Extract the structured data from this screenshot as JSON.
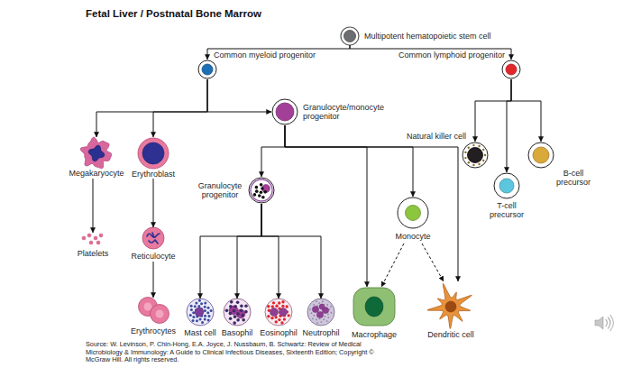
{
  "diagram": {
    "title": "Fetal Liver / Postnatal Bone Marrow",
    "caption": "Source: W. Levinson, P. Chin-Hong, E.A. Joyce, J. Nussbaum, B. Schwartz: Review of Medical Microbiology & Immunology: A Guide to Clinical Infectious Diseases, Sixteenth Edition; Copyright © McGraw Hill. All rights reserved.",
    "nodes": [
      {
        "text": [
          "Multipotent hematopoietic stem cell"
        ]
      },
      {
        "text": [
          "Common myeloid progenitor"
        ]
      },
      {
        "text": [
          "Common lymphoid progenitor"
        ]
      },
      {
        "text": [
          "Granulocyte/monocyte progenitor"
        ]
      },
      {
        "text": [
          "Natural killer cell"
        ]
      },
      {
        "text": [
          "B-cell precursor"
        ]
      },
      {
        "text": [
          "Megakaryocyte"
        ]
      },
      {
        "text": [
          "Erythroblast"
        ]
      },
      {
        "text": [
          "T-cell precursor"
        ]
      },
      {
        "text": [
          "Granulocyte progenitor"
        ]
      },
      {
        "text": [
          "Monocyte"
        ]
      },
      {
        "text": [
          "Platelets"
        ]
      },
      {
        "text": [
          "Reticulocyte"
        ]
      },
      {
        "text": [
          "Erythrocytes"
        ]
      },
      {
        "text": [
          "Mast cell"
        ]
      },
      {
        "text": [
          "Basophil"
        ]
      },
      {
        "text": [
          "Eosinophil"
        ]
      },
      {
        "text": [
          "Neutrophil"
        ]
      },
      {
        "text": [
          "Macrophage"
        ]
      },
      {
        "text": [
          "Dendritic cell"
        ]
      }
    ],
    "edges": [
      {
        "from": 0,
        "to": 1,
        "arrow": "to"
      },
      {
        "from": 0,
        "to": 2,
        "arrow": "to"
      },
      {
        "from": 1,
        "to": 6,
        "arrow": "to"
      },
      {
        "from": 1,
        "to": 7,
        "arrow": "to"
      },
      {
        "from": 1,
        "to": 3,
        "arrow": "to"
      },
      {
        "from": 6,
        "to": 11,
        "arrow": "to"
      },
      {
        "from": 7,
        "to": 12,
        "arrow": "to"
      },
      {
        "from": 12,
        "to": 13,
        "arrow": "to"
      },
      {
        "from": 2,
        "to": 4,
        "arrow": "to"
      },
      {
        "from": 2,
        "to": 8,
        "arrow": "to"
      },
      {
        "from": 2,
        "to": 5,
        "arrow": "to"
      },
      {
        "from": 3,
        "to": 9,
        "arrow": "to"
      },
      {
        "from": 3,
        "to": 18,
        "arrow": "to"
      },
      {
        "from": 3,
        "to": 10,
        "arrow": "to"
      },
      {
        "from": 3,
        "to": 19,
        "arrow": "to"
      },
      {
        "from": 9,
        "to": 14,
        "arrow": "to"
      },
      {
        "from": 9,
        "to": 15,
        "arrow": "to"
      },
      {
        "from": 9,
        "to": 16,
        "arrow": "to"
      },
      {
        "from": 9,
        "to": 17,
        "arrow": "to"
      },
      {
        "from": 10,
        "to": 18,
        "arrow": "to"
      },
      {
        "from": 10,
        "to": 19,
        "arrow": "to"
      }
    ]
  }
}
